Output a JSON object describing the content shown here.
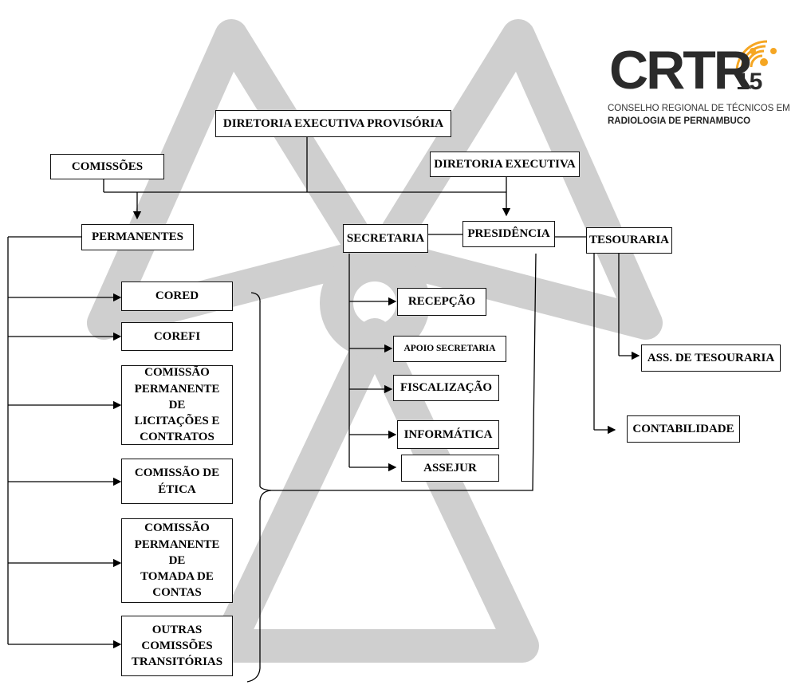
{
  "logo": {
    "wordmark": "CRTR",
    "number": "15",
    "line1": "CONSELHO REGIONAL DE TÉCNICOS EM",
    "line2": "RADIOLOGIA DE PERNAMBUCO",
    "accent_color": "#f5a623"
  },
  "watermark": {
    "icon": "radiation-trefoil-icon",
    "color": "#cccccc"
  },
  "nodes": {
    "diretoria_provisoria": "DIRETORIA EXECUTIVA PROVISÓRIA",
    "comissoes": "COMISSÕES",
    "diretoria_executiva": "DIRETORIA EXECUTIVA",
    "permanentes": "PERMANENTES",
    "secretaria": "SECRETARIA",
    "presidencia": "PRESIDÊNCIA",
    "tesouraria": "TESOURARIA",
    "cored": "CORED",
    "corefi": "COREFI",
    "licitacoes": "COMISSÃO\nPERMANENTE DE\nLICITAÇÕES E\nCONTRATOS",
    "etica": "COMISSÃO DE\nÉTICA",
    "tomada_contas": "COMISSÃO\nPERMANENTE DE\nTOMADA DE\nCONTAS",
    "outras": "OUTRAS\nCOMISSÕES\nTRANSITÓRIAS",
    "recepcao": "RECEPÇÃO",
    "apoio_secretaria": "APOIO SECRETARIA",
    "fiscalizacao": "FISCALIZAÇÃO",
    "informatica": "INFORMÁTICA",
    "assejur": "ASSEJUR",
    "ass_tesouraria": "ASS. DE TESOURARIA",
    "contabilidade": "CONTABILIDADE"
  }
}
